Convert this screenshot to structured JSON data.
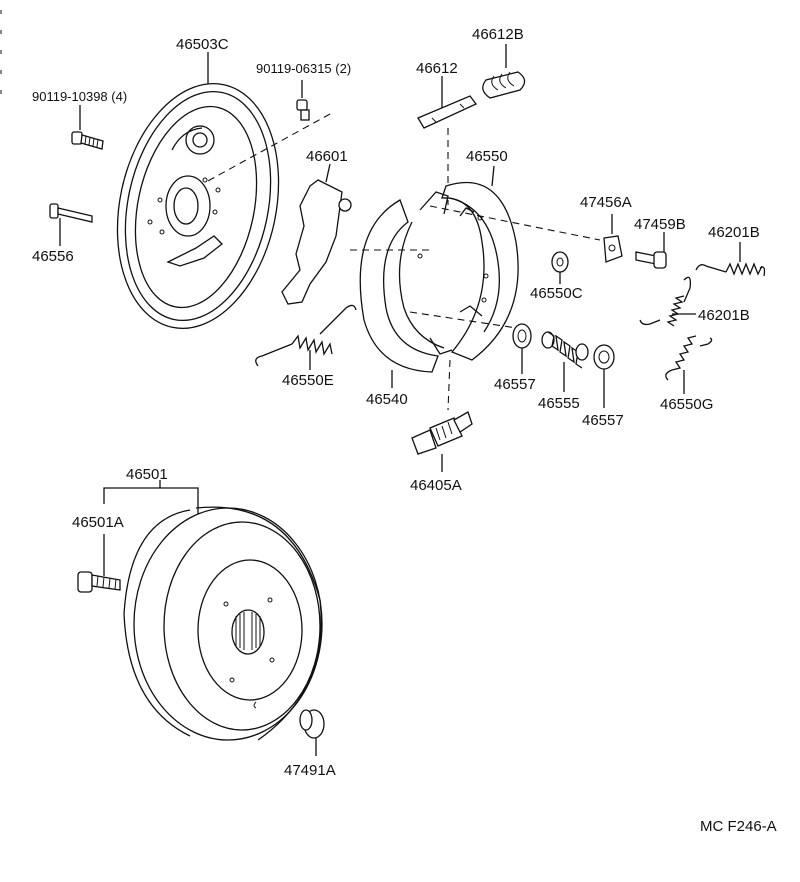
{
  "labels": {
    "backing_plate": "46503C",
    "bolt_4": "90119-10398 (4)",
    "bolt_2": "90119-06315 (2)",
    "pin": "46556",
    "lever": "46601",
    "strut": "46612",
    "strut_spring": "46612B",
    "shoe": "46550",
    "hold_down_pin": "47456A",
    "bolt_b": "47459B",
    "spring_upper": "46201B",
    "spring_lower": "46201B",
    "clip": "46550C",
    "spring_e": "46550E",
    "shoe_lower": "46540",
    "cup_left": "46557",
    "spring_55": "46555",
    "cup_right": "46557",
    "spring_g": "46550G",
    "adjuster": "46405A",
    "drum_set": "46501",
    "drum_bolt": "46501A",
    "plug": "47491A"
  },
  "footer": {
    "code": "MC F246-A"
  }
}
